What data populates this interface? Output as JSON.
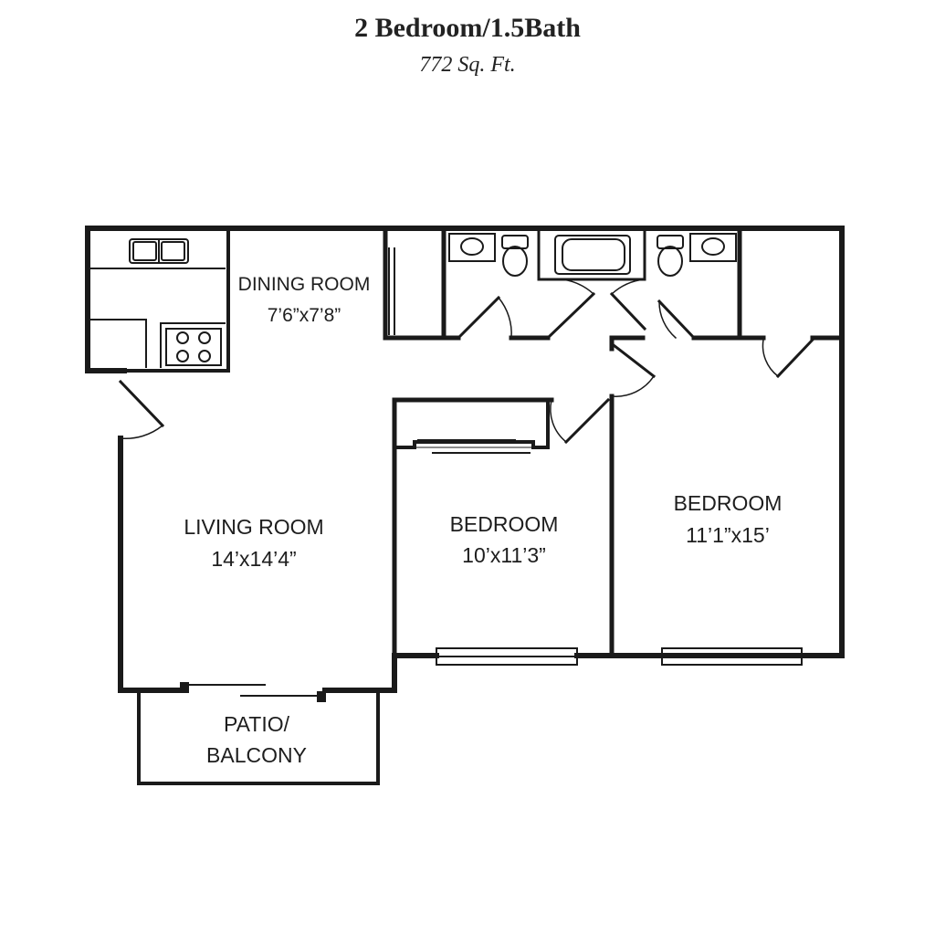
{
  "header": {
    "title": "2 Bedroom/1.5Bath",
    "area": "772 Sq. Ft."
  },
  "rooms": {
    "dining": {
      "name": "DINING ROOM",
      "size": "7’6”x7’8”"
    },
    "living": {
      "name": "LIVING ROOM",
      "size": "14’x14’4”"
    },
    "bedroom_small": {
      "name": "BEDROOM",
      "size": "10’x11’3”"
    },
    "bedroom_large": {
      "name": "BEDROOM",
      "size": "11’1”x15’"
    },
    "patio": {
      "name_line1": "PATIO/",
      "name_line2": "BALCONY"
    }
  },
  "colors": {
    "wall": "#1a1a1a",
    "background": "#ffffff"
  }
}
